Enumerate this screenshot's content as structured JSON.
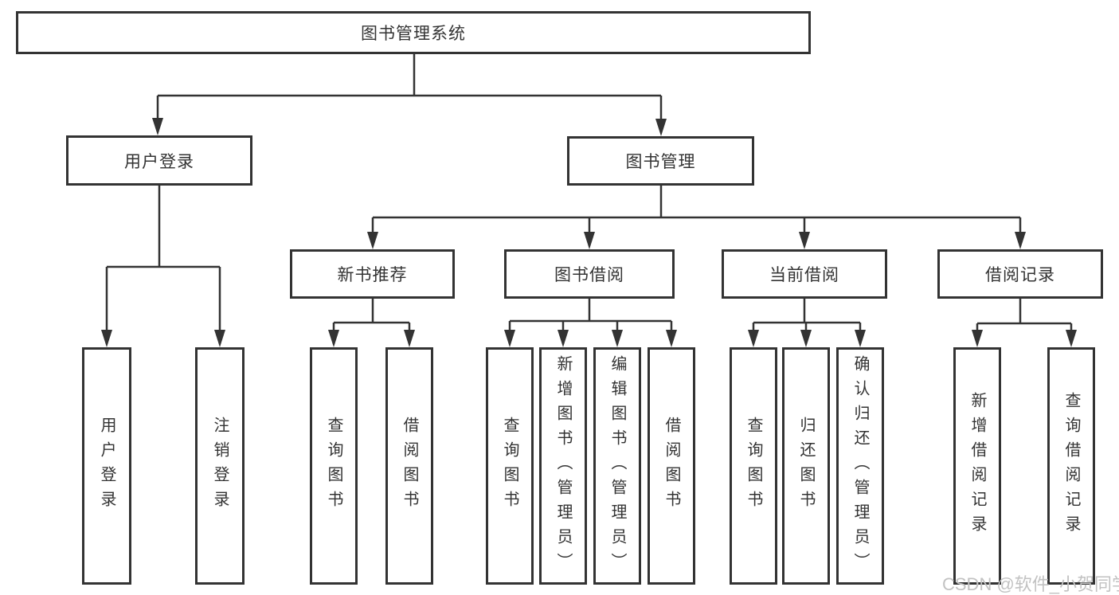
{
  "tree": {
    "root": {
      "label": "图书管理系统",
      "children": [
        {
          "label": "用户登录",
          "children": [
            {
              "label": "用户登录"
            },
            {
              "label": "注销登录"
            }
          ]
        },
        {
          "label": "图书管理",
          "children": [
            {
              "label": "新书推荐",
              "children": [
                {
                  "label": "查询图书"
                },
                {
                  "label": "借阅图书"
                }
              ]
            },
            {
              "label": "图书借阅",
              "children": [
                {
                  "label": "查询图书"
                },
                {
                  "label": "新增图书（管理员）"
                },
                {
                  "label": "编辑图书（管理员）"
                },
                {
                  "label": "借阅图书"
                }
              ]
            },
            {
              "label": "当前借阅",
              "children": [
                {
                  "label": "查询图书"
                },
                {
                  "label": "归还图书"
                },
                {
                  "label": "确认归还（管理员）"
                }
              ]
            },
            {
              "label": "借阅记录",
              "children": [
                {
                  "label": "新增借阅记录"
                },
                {
                  "label": "查询借阅记录"
                }
              ]
            }
          ]
        }
      ]
    }
  },
  "watermark": "CSDN @软件_小贺同学",
  "colors": {
    "line": "#333333",
    "text": "#333333",
    "watermark": "#c2c2c2",
    "background": "#ffffff"
  }
}
